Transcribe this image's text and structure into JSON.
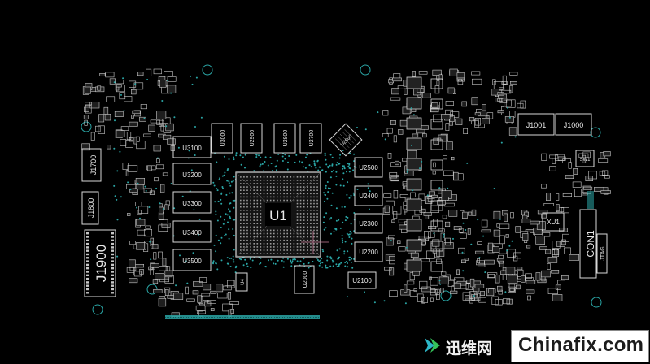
{
  "board": {
    "colors": {
      "background": "#000000",
      "outline": "#d8d8d8",
      "pad": "#c8c8c8",
      "via": "#2aa6a6",
      "text": "#e8e8e8",
      "fill": "#1e1e1e"
    },
    "gpu_label": "U1",
    "memory_left": [
      "U3100",
      "U3200",
      "U3300",
      "U3400",
      "U3500"
    ],
    "memory_top": [
      "U3000",
      "U2900",
      "U2800",
      "U2700"
    ],
    "memory_right": [
      "U2500",
      "U2400",
      "U2300",
      "U2200",
      "U2100"
    ],
    "rotated_chip": "U2600",
    "bottom_chip": "U2000",
    "small_chip": "U4",
    "connectors": {
      "j1700": "J1700",
      "j1800": "J1800",
      "j1900": "J1900",
      "j1001": "J1001",
      "j1000": "J1000",
      "con1": "CON1",
      "jtag": "JTAG"
    },
    "switch_label": "SW1",
    "xu1_label": "XU1"
  },
  "watermark": {
    "site_cn": "迅维网",
    "site_en": "Chinafix.com",
    "logo_icon": "arrow-logo-icon"
  }
}
